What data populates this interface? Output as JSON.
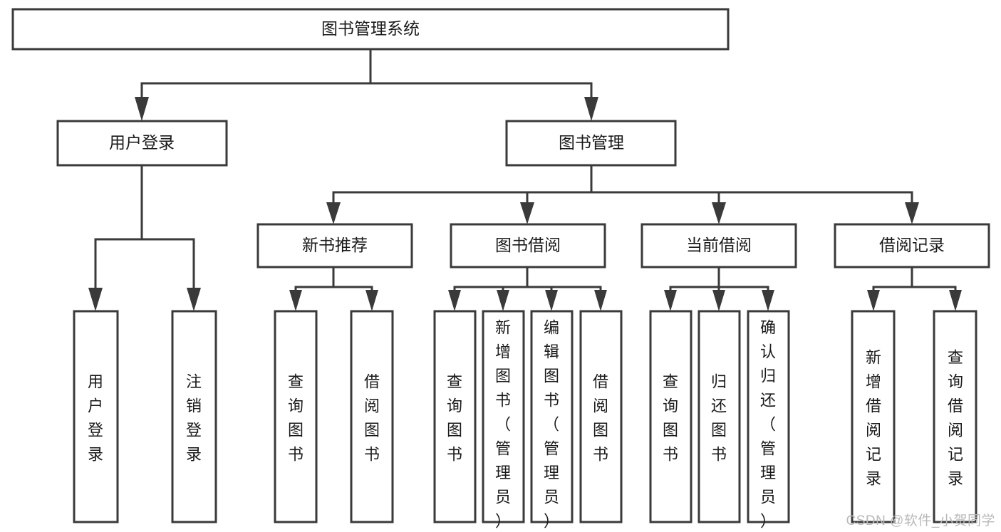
{
  "diagram": {
    "type": "tree-hierarchy",
    "title": "图书管理系统",
    "watermark": "CSDN @软件_小贺同学",
    "colors": {
      "box_stroke": "#3a3a3a",
      "box_fill": "#ffffff",
      "text": "#1a1a1a",
      "background": "#ffffff",
      "watermark": "#b9b9b9"
    },
    "nodes": {
      "root": {
        "label": "图书管理系统",
        "orientation": "horizontal"
      },
      "level2": [
        {
          "label": "用户登录",
          "orientation": "horizontal"
        },
        {
          "label": "图书管理",
          "orientation": "horizontal"
        }
      ],
      "level3": [
        {
          "label": "新书推荐",
          "orientation": "horizontal"
        },
        {
          "label": "图书借阅",
          "orientation": "horizontal"
        },
        {
          "label": "当前借阅",
          "orientation": "horizontal"
        },
        {
          "label": "借阅记录",
          "orientation": "horizontal"
        }
      ],
      "leaves": {
        "user_login": [
          {
            "label": "用户登录",
            "orientation": "vertical"
          },
          {
            "label": "注销登录",
            "orientation": "vertical"
          }
        ],
        "new_book_recommend": [
          {
            "label": "查询图书",
            "orientation": "vertical"
          },
          {
            "label": "借阅图书",
            "orientation": "vertical"
          }
        ],
        "book_borrow": [
          {
            "label": "查询图书",
            "orientation": "vertical"
          },
          {
            "label": "新增图书（管理员）",
            "orientation": "vertical"
          },
          {
            "label": "编辑图书（管理员）",
            "orientation": "vertical"
          },
          {
            "label": "借阅图书",
            "orientation": "vertical"
          }
        ],
        "current_borrow": [
          {
            "label": "查询图书",
            "orientation": "vertical"
          },
          {
            "label": "归还图书",
            "orientation": "vertical"
          },
          {
            "label": "确认归还（管理员）",
            "orientation": "vertical"
          }
        ],
        "borrow_record": [
          {
            "label": "新增借阅记录",
            "orientation": "vertical"
          },
          {
            "label": "查询借阅记录",
            "orientation": "vertical"
          }
        ]
      }
    },
    "edges": [
      {
        "from": "图书管理系统",
        "to": "用户登录"
      },
      {
        "from": "图书管理系统",
        "to": "图书管理"
      },
      {
        "from": "用户登录",
        "to": "用户登录"
      },
      {
        "from": "用户登录",
        "to": "注销登录"
      },
      {
        "from": "图书管理",
        "to": "新书推荐"
      },
      {
        "from": "图书管理",
        "to": "图书借阅"
      },
      {
        "from": "图书管理",
        "to": "当前借阅"
      },
      {
        "from": "图书管理",
        "to": "借阅记录"
      },
      {
        "from": "新书推荐",
        "to": "查询图书"
      },
      {
        "from": "新书推荐",
        "to": "借阅图书"
      },
      {
        "from": "图书借阅",
        "to": "查询图书"
      },
      {
        "from": "图书借阅",
        "to": "新增图书（管理员）"
      },
      {
        "from": "图书借阅",
        "to": "编辑图书（管理员）"
      },
      {
        "from": "图书借阅",
        "to": "借阅图书"
      },
      {
        "from": "当前借阅",
        "to": "查询图书"
      },
      {
        "from": "当前借阅",
        "to": "归还图书"
      },
      {
        "from": "当前借阅",
        "to": "确认归还（管理员）"
      },
      {
        "from": "借阅记录",
        "to": "新增借阅记录"
      },
      {
        "from": "借阅记录",
        "to": "查询借阅记录"
      }
    ]
  }
}
